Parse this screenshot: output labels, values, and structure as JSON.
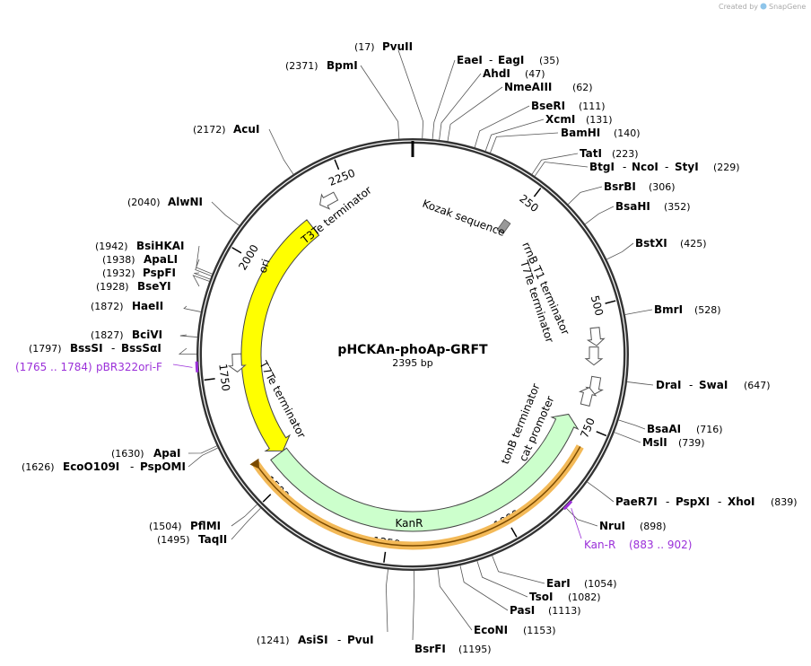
{
  "credit": {
    "prefix": "Created by",
    "brand": "SnapGene"
  },
  "plasmid": {
    "name": "pHCKAn-phoAp-GRFT",
    "size_label": "2395 bp",
    "length": 2395
  },
  "ticks": [
    {
      "pos": 250,
      "label": "250"
    },
    {
      "pos": 500,
      "label": "500"
    },
    {
      "pos": 750,
      "label": "750"
    },
    {
      "pos": 1000,
      "label": "1000"
    },
    {
      "pos": 1250,
      "label": "1250"
    },
    {
      "pos": 1500,
      "label": "1500"
    },
    {
      "pos": 1750,
      "label": "1750"
    },
    {
      "pos": 2000,
      "label": "2000"
    },
    {
      "pos": 2250,
      "label": "2250"
    }
  ],
  "enzymes": [
    {
      "site": 17,
      "names": [
        "PvuII"
      ],
      "pos_text": "(17)",
      "side": "left"
    },
    {
      "site": 35,
      "names": [
        "EaeI",
        "EagI"
      ],
      "pos_text": "(35)",
      "side": "right"
    },
    {
      "site": 47,
      "names": [
        "AhdI"
      ],
      "pos_text": "(47)",
      "side": "right"
    },
    {
      "site": 62,
      "names": [
        "NmeAIII"
      ],
      "pos_text": "(62)",
      "side": "right"
    },
    {
      "site": 111,
      "names": [
        "BseRI"
      ],
      "pos_text": "(111)",
      "side": "right"
    },
    {
      "site": 131,
      "names": [
        "XcmI"
      ],
      "pos_text": "(131)",
      "side": "right"
    },
    {
      "site": 140,
      "names": [
        "BamHI"
      ],
      "pos_text": "(140)",
      "side": "right"
    },
    {
      "site": 223,
      "names": [
        "TatI"
      ],
      "pos_text": "(223)",
      "side": "right"
    },
    {
      "site": 229,
      "names": [
        "BtgI",
        "NcoI",
        "StyI"
      ],
      "pos_text": "(229)",
      "side": "right"
    },
    {
      "site": 306,
      "names": [
        "BsrBI"
      ],
      "pos_text": "(306)",
      "side": "right"
    },
    {
      "site": 352,
      "names": [
        "BsaHI"
      ],
      "pos_text": "(352)",
      "side": "right"
    },
    {
      "site": 425,
      "names": [
        "BstXI"
      ],
      "pos_text": "(425)",
      "side": "right"
    },
    {
      "site": 528,
      "names": [
        "BmrI"
      ],
      "pos_text": "(528)",
      "side": "right"
    },
    {
      "site": 647,
      "names": [
        "DraI",
        "SwaI"
      ],
      "pos_text": "(647)",
      "side": "right"
    },
    {
      "site": 716,
      "names": [
        "BsaAI"
      ],
      "pos_text": "(716)",
      "side": "right"
    },
    {
      "site": 739,
      "names": [
        "MslI"
      ],
      "pos_text": "(739)",
      "side": "right"
    },
    {
      "site": 839,
      "names": [
        "PaeR7I",
        "PspXI",
        "XhoI"
      ],
      "pos_text": "(839)",
      "side": "right"
    },
    {
      "site": 898,
      "names": [
        "NruI"
      ],
      "pos_text": "(898)",
      "side": "right"
    },
    {
      "site": 1054,
      "names": [
        "EarI"
      ],
      "pos_text": "(1054)",
      "side": "right"
    },
    {
      "site": 1082,
      "names": [
        "TsoI"
      ],
      "pos_text": "(1082)",
      "side": "right"
    },
    {
      "site": 1113,
      "names": [
        "PasI"
      ],
      "pos_text": "(1113)",
      "side": "right"
    },
    {
      "site": 1153,
      "names": [
        "EcoNI"
      ],
      "pos_text": "(1153)",
      "side": "right"
    },
    {
      "site": 1195,
      "names": [
        "BsrFI"
      ],
      "pos_text": "(1195)",
      "side": "right"
    },
    {
      "site": 1241,
      "names": [
        "AsiSI",
        "PvuI"
      ],
      "pos_text": "(1241)",
      "side": "left"
    },
    {
      "site": 1495,
      "names": [
        "TaqII"
      ],
      "pos_text": "(1495)",
      "side": "left"
    },
    {
      "site": 1504,
      "names": [
        "PflMI"
      ],
      "pos_text": "(1504)",
      "side": "left"
    },
    {
      "site": 1626,
      "names": [
        "EcoO109I",
        "PspOMI"
      ],
      "pos_text": "(1626)",
      "side": "left"
    },
    {
      "site": 1630,
      "names": [
        "ApaI"
      ],
      "pos_text": "(1630)",
      "side": "left"
    },
    {
      "site": 1797,
      "names": [
        "BssSI",
        "BssSαI"
      ],
      "pos_text": "(1797)",
      "side": "left"
    },
    {
      "site": 1827,
      "names": [
        "BciVI"
      ],
      "pos_text": "(1827)",
      "side": "left"
    },
    {
      "site": 1872,
      "names": [
        "HaeII"
      ],
      "pos_text": "(1872)",
      "side": "left"
    },
    {
      "site": 1928,
      "names": [
        "BseYI"
      ],
      "pos_text": "(1928)",
      "side": "left"
    },
    {
      "site": 1932,
      "names": [
        "PspFI"
      ],
      "pos_text": "(1932)",
      "side": "left"
    },
    {
      "site": 1938,
      "names": [
        "ApaLI"
      ],
      "pos_text": "(1938)",
      "side": "left"
    },
    {
      "site": 1942,
      "names": [
        "BsiHKAI"
      ],
      "pos_text": "(1942)",
      "side": "left"
    },
    {
      "site": 2040,
      "names": [
        "AlwNI"
      ],
      "pos_text": "(2040)",
      "side": "left"
    },
    {
      "site": 2172,
      "names": [
        "AcuI"
      ],
      "pos_text": "(2172)",
      "side": "left"
    },
    {
      "site": 2371,
      "names": [
        "BpmI"
      ],
      "pos_text": "(2371)",
      "side": "left"
    }
  ],
  "primers": [
    {
      "name": "pBR322ori-F",
      "range_text": "(1765 .. 1784)",
      "start": 1765,
      "end": 1784,
      "side": "left"
    },
    {
      "name": "Kan-R",
      "range_text": "(883 .. 902)",
      "start": 883,
      "end": 902,
      "side": "right"
    }
  ],
  "features": [
    {
      "name": "ori",
      "start": 1553,
      "end": 2141,
      "direction": "reverse",
      "color": "#ffff00"
    },
    {
      "name": "KanR",
      "start": 738,
      "end": 1553,
      "direction": "reverse",
      "color": "#ccffcc"
    },
    {
      "name": "Kozak sequence",
      "start": 232,
      "end": 240,
      "color": "#999999"
    },
    {
      "name": "T3Te terminator",
      "start": 2195,
      "end": 2215,
      "color": "#ffffff"
    },
    {
      "name": "rrnB T1 terminator",
      "start": 540,
      "end": 580,
      "color": "#ffffff"
    },
    {
      "name": "T7Te terminator",
      "start": 580,
      "end": 610,
      "color": "#ffffff"
    },
    {
      "name": "tonB terminator",
      "start": 650,
      "end": 675,
      "color": "#ffffff"
    },
    {
      "name": "cat promoter",
      "start": 675,
      "end": 700,
      "color": "#ffffff"
    },
    {
      "name": "T7Te terminator",
      "start": 1770,
      "end": 1790,
      "color": "#ffffff"
    }
  ],
  "orf": {
    "start": 790,
    "end": 1570,
    "color": "#f3b957"
  }
}
